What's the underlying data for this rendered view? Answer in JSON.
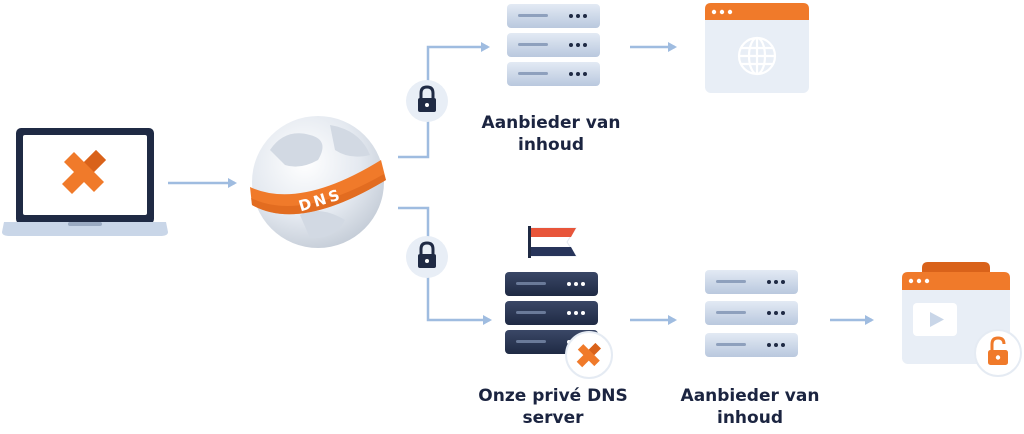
{
  "labels": {
    "content_provider_top": [
      "Aanbieder van",
      "inhoud"
    ],
    "private_dns_server": [
      "Onze privé DNS",
      "server"
    ],
    "content_provider_bottom": [
      "Aanbieder van",
      "inhoud"
    ],
    "dns_band": "DNS"
  },
  "colors": {
    "orange": "#F07A2A",
    "navy": "#1F2A44",
    "server_light": "#C9D6E8",
    "arrow": "#9FBCE0",
    "flag_red": "#E8553A",
    "flag_blue": "#27345A"
  },
  "icons": [
    "laptop-icon",
    "globe-dns-icon",
    "lock-icon",
    "server-icon",
    "flag-nl-icon",
    "browser-globe-icon",
    "video-player-icon",
    "unlock-icon",
    "brand-logo-icon"
  ]
}
